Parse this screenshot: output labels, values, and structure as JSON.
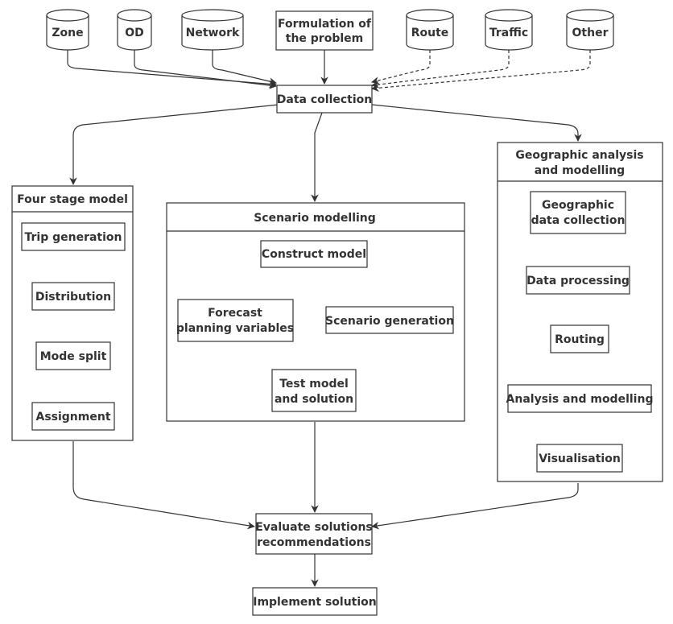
{
  "sources": {
    "zone": "Zone",
    "od": "OD",
    "network": "Network",
    "route": "Route",
    "traffic": "Traffic",
    "other": "Other"
  },
  "formulation": {
    "line1": "Formulation of",
    "line2": "the problem"
  },
  "data_collection": "Data collection",
  "four_stage": {
    "title": "Four stage model",
    "trip_generation": "Trip generation",
    "distribution": "Distribution",
    "mode_split": "Mode split",
    "assignment": "Assignment"
  },
  "scenario": {
    "title": "Scenario modelling",
    "construct_model": "Construct model",
    "forecast": {
      "line1": "Forecast",
      "line2": "planning variables"
    },
    "scenario_generation": "Scenario generation",
    "test_model": {
      "line1": "Test model",
      "line2": "and solution"
    }
  },
  "geographic": {
    "title": {
      "line1": "Geographic analysis",
      "line2": "and modelling"
    },
    "data_collection": {
      "line1": "Geographic",
      "line2": "data collection"
    },
    "data_processing": "Data processing",
    "routing": "Routing",
    "analysis": "Analysis and modelling",
    "visualisation": "Visualisation"
  },
  "evaluate": {
    "line1": "Evaluate solutions",
    "line2": "recommendations"
  },
  "implement": "Implement solution",
  "colors": {
    "stroke": "#333333",
    "fill": "#ffffff"
  }
}
